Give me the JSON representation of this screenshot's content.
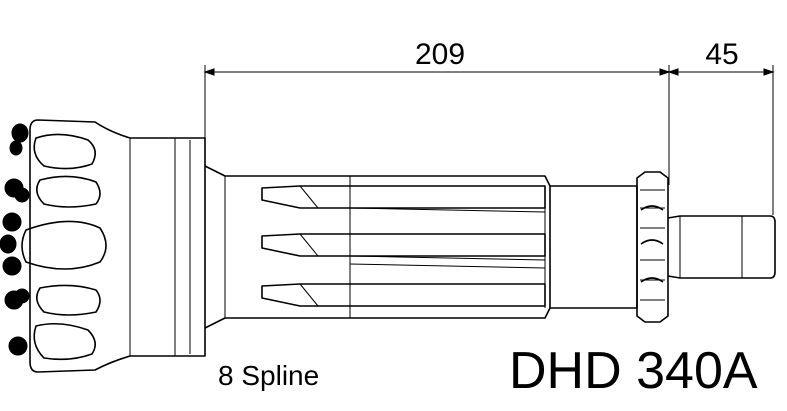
{
  "drawing": {
    "dimension_overall": "209",
    "dimension_shank": "45",
    "spline_note": "8 Spline",
    "model_name": "DHD 340A"
  }
}
